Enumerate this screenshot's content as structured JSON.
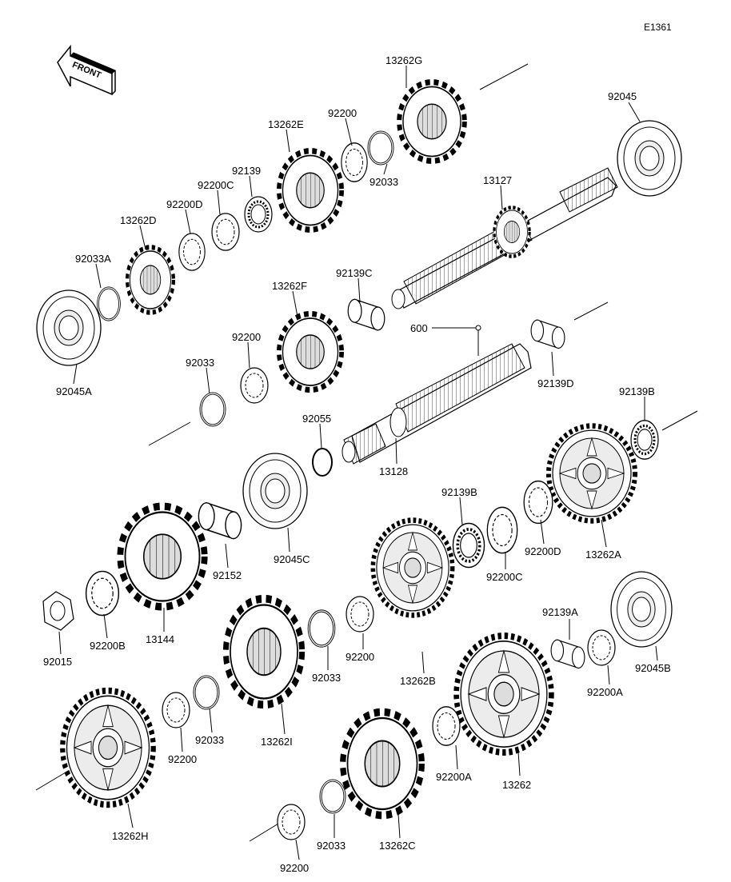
{
  "diagram_code": "E1361",
  "front_label": "FRONT",
  "labels": {
    "l_13262G": "13262G",
    "l_92045_top": "92045",
    "l_92200_top": "92200",
    "l_92033_top": "92033",
    "l_13262E": "13262E",
    "l_92139": "92139",
    "l_92200C_top": "92200C",
    "l_92200D_top": "92200D",
    "l_13262D": "13262D",
    "l_92033A": "92033A",
    "l_92045A": "92045A",
    "l_13127": "13127",
    "l_92139C": "92139C",
    "l_13262F": "13262F",
    "l_92200_mid": "92200",
    "l_92033_mid": "92033",
    "l_600": "600",
    "l_92139D": "92139D",
    "l_92139B_right": "92139B",
    "l_92055": "92055",
    "l_13128": "13128",
    "l_92139B_mid": "92139B",
    "l_92200C_mid": "92200C",
    "l_92200D_mid": "92200D",
    "l_13262A": "13262A",
    "l_92152": "92152",
    "l_92045C": "92045C",
    "l_13144": "13144",
    "l_92200B": "92200B",
    "l_92015": "92015",
    "l_92200_low": "92200",
    "l_92033_low": "92033",
    "l_13262B": "13262B",
    "l_92139A": "92139A",
    "l_92045B": "92045B",
    "l_92200A_right": "92200A",
    "l_13262": "13262",
    "l_92200A_low": "92200A",
    "l_13262I": "13262I",
    "l_92033_b": "92033",
    "l_92200_b": "92200",
    "l_13262H": "13262H",
    "l_92200_bottom": "92200",
    "l_92033_bottom": "92033",
    "l_13262C": "13262C"
  }
}
